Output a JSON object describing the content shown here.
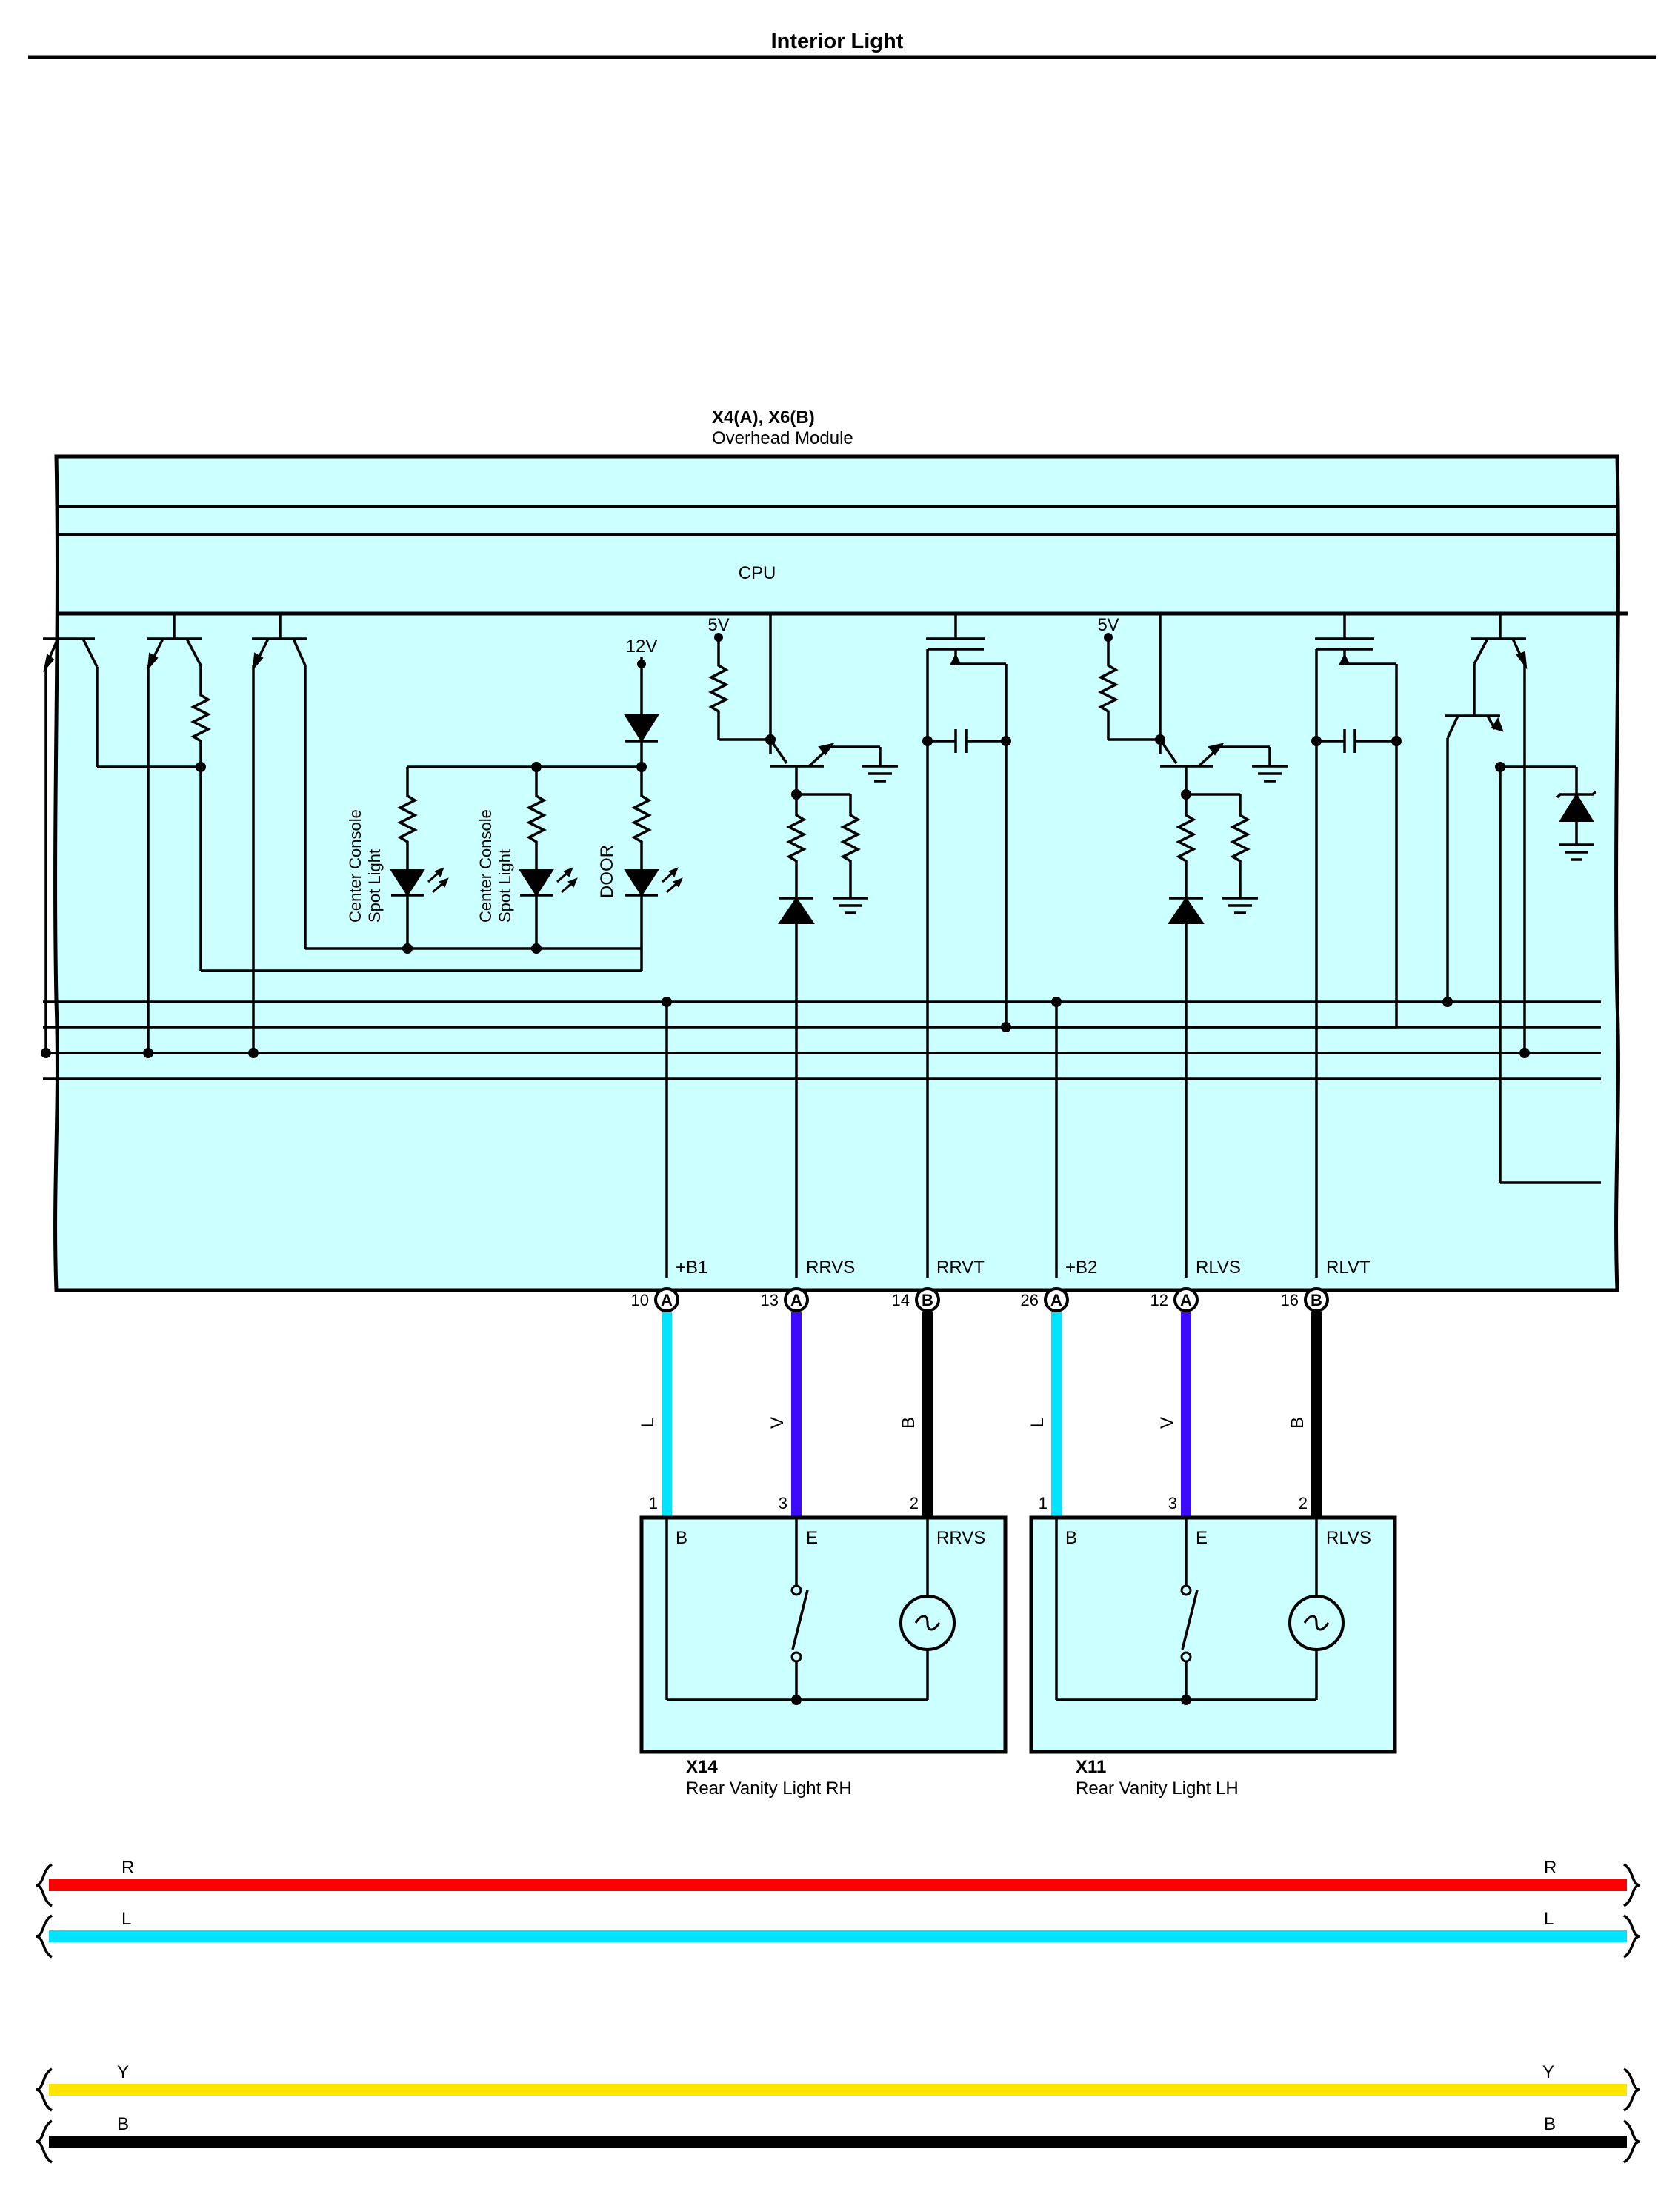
{
  "title": "Interior Light",
  "module": {
    "code": "X4(A), X6(B)",
    "name": "Overhead Module",
    "cpu_label": "CPU"
  },
  "internal_labels": {
    "v5_left": "5V",
    "v5_right": "5V",
    "v12": "12V",
    "spot1": [
      "Center Console",
      "Spot Light"
    ],
    "spot2": [
      "Center Console",
      "Spot Light"
    ],
    "door": "DOOR"
  },
  "pins": [
    {
      "name": "+B1",
      "number": "10",
      "connector": "A",
      "wire_color": "L",
      "color_hex": "#00e5ff"
    },
    {
      "name": "RRVS",
      "number": "13",
      "connector": "A",
      "wire_color": "V",
      "color_hex": "#3b0aff"
    },
    {
      "name": "RRVT",
      "number": "14",
      "connector": "B",
      "wire_color": "B",
      "color_hex": "#000000"
    },
    {
      "name": "+B2",
      "number": "26",
      "connector": "A",
      "wire_color": "L",
      "color_hex": "#00e5ff"
    },
    {
      "name": "RLVS",
      "number": "12",
      "connector": "A",
      "wire_color": "V",
      "color_hex": "#3b0aff"
    },
    {
      "name": "RLVT",
      "number": "16",
      "connector": "B",
      "wire_color": "B",
      "color_hex": "#000000"
    }
  ],
  "components": [
    {
      "code": "X14",
      "name": "Rear Vanity Light RH",
      "pin_numbers": [
        "1",
        "3",
        "2"
      ],
      "terminals": [
        "B",
        "E",
        "RRVS"
      ]
    },
    {
      "code": "X11",
      "name": "Rear Vanity Light LH",
      "pin_numbers": [
        "1",
        "3",
        "2"
      ],
      "terminals": [
        "B",
        "E",
        "RLVS"
      ]
    }
  ],
  "legend": [
    {
      "code": "R",
      "color_hex": "#ff0000"
    },
    {
      "code": "L",
      "color_hex": "#00e5ff"
    },
    {
      "code": "Y",
      "color_hex": "#ffe600"
    },
    {
      "code": "B",
      "color_hex": "#000000"
    }
  ]
}
